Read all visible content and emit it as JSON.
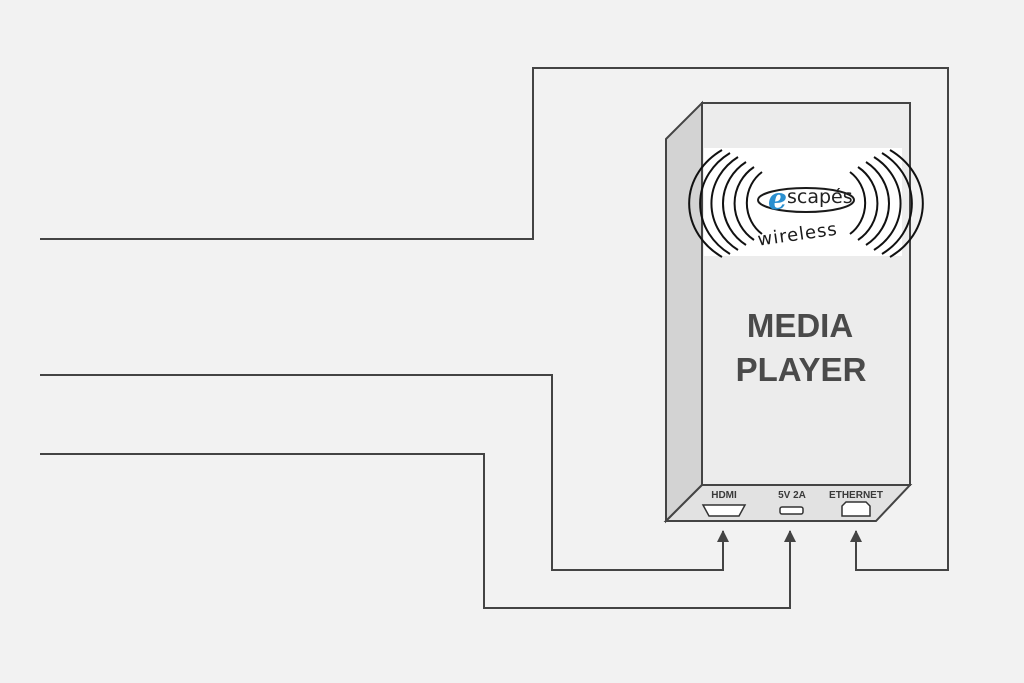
{
  "device": {
    "title_line1": "MEDIA",
    "title_line2": "PLAYER"
  },
  "logo": {
    "letter_e": "e",
    "text_main": "scapés",
    "text_sub": "wireless",
    "accent_color": "#2a8fd0"
  },
  "ports": {
    "hdmi_label": "HDMI",
    "power_label": "5V 2A",
    "ethernet_label": "ETHERNET"
  },
  "colors": {
    "background": "#f2f2f2",
    "line": "#444444",
    "box_front": "#ececec",
    "box_side": "#d3d3d3",
    "box_bottom": "#e2e2e2"
  }
}
